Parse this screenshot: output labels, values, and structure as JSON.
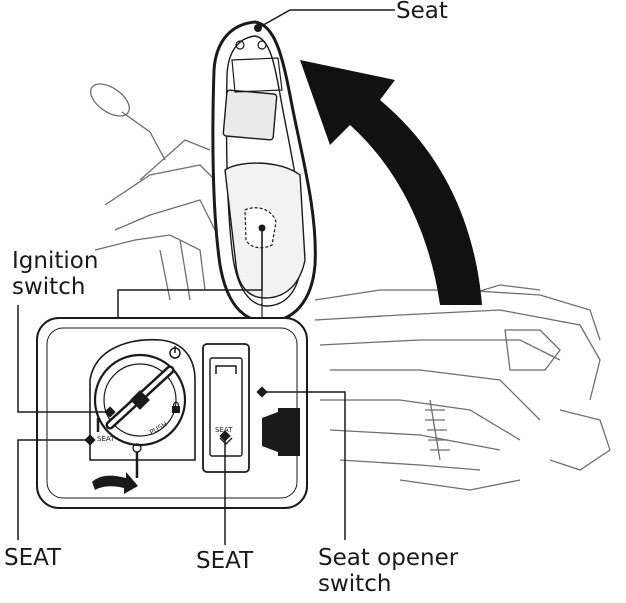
{
  "labels": {
    "seat_top": "Seat",
    "ignition_line1": "Ignition",
    "ignition_line2": "switch",
    "seat_left": "SEAT",
    "seat_mid": "SEAT",
    "opener_line1": "Seat opener",
    "opener_line2": "switch"
  },
  "switch_markings": {
    "seat_button_text": "SEAT",
    "ignition_seat_mark": "SEAT",
    "push_text": "PUSH"
  },
  "colors": {
    "line": "#1a1a1a",
    "bg": "#ffffff",
    "sketch": "#6e6e6e"
  }
}
